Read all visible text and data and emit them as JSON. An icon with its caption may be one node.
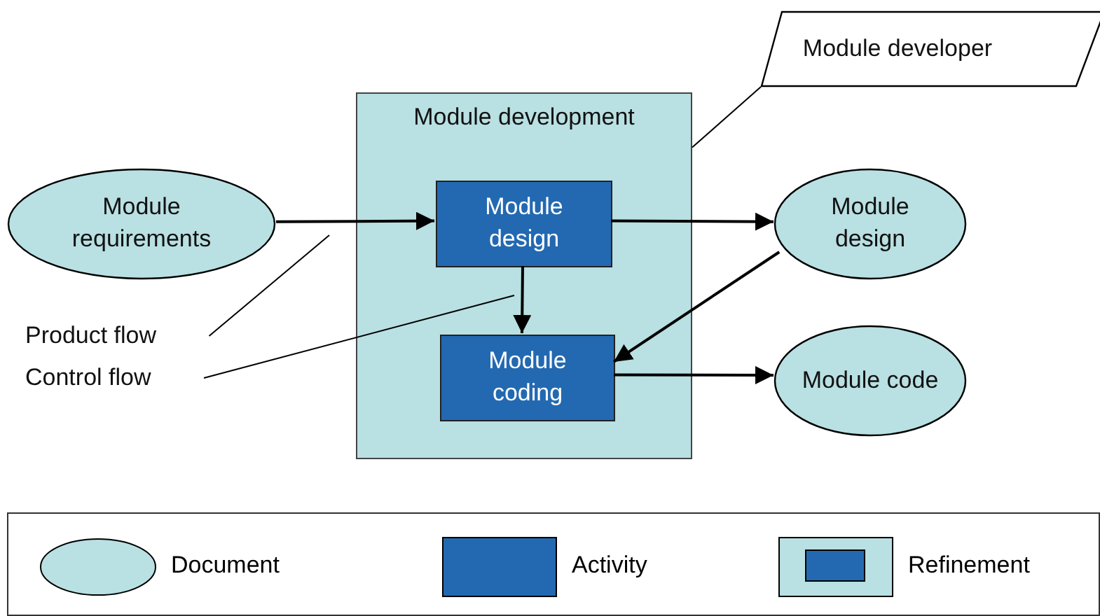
{
  "diagram": {
    "nodes": [
      {
        "text": [
          "Module development"
        ]
      },
      {
        "text": [
          "Module design"
        ],
        "in": 0
      },
      {
        "text": [
          "Module coding"
        ],
        "in": 0
      },
      {
        "text": [
          "Module requirements"
        ]
      },
      {
        "text": [
          "Module design"
        ]
      },
      {
        "text": [
          "Module code"
        ]
      },
      {
        "text": [
          "Module developer"
        ]
      },
      {
        "text": [
          "Product flow"
        ]
      },
      {
        "text": [
          "Control flow"
        ]
      }
    ],
    "edges": [
      {
        "from": 3,
        "to": 1,
        "arrow": "to"
      },
      {
        "from": 1,
        "to": 4,
        "arrow": "to"
      },
      {
        "from": 1,
        "to": 2,
        "arrow": "to"
      },
      {
        "from": 4,
        "to": 2,
        "arrow": "to"
      },
      {
        "from": 2,
        "to": 5,
        "arrow": "to"
      },
      {
        "from": 6,
        "to": 0,
        "arrow": "none"
      },
      {
        "from": 7,
        "to": null,
        "arrow": "none"
      },
      {
        "from": 8,
        "to": null,
        "arrow": "none"
      }
    ],
    "legend": [
      {
        "text": "Document"
      },
      {
        "text": "Activity"
      },
      {
        "text": "Refinement"
      }
    ]
  }
}
